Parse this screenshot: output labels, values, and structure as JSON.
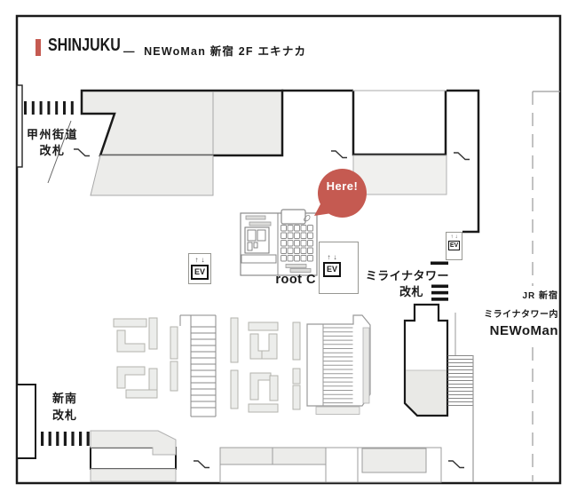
{
  "header": {
    "station": "SHINJUKU",
    "separator": "—",
    "subtitle": "NEWoMan 新宿 2F エキナカ"
  },
  "gates": {
    "koshu_kaido": {
      "line1": "甲州街道",
      "line2": "改札"
    },
    "shin_minami": {
      "line1": "新南",
      "line2": "改札"
    },
    "miraina_tower": {
      "line1": "ミライナタワー",
      "line2": "改札"
    }
  },
  "right_area": {
    "line1": "JR 新宿",
    "line2": "ミライナタワー内",
    "line3": "NEWoMan"
  },
  "shop": {
    "name": "root C"
  },
  "marker": {
    "label": "Here!"
  },
  "elevator": {
    "label": "EV",
    "arrows": "↑↓"
  },
  "colors": {
    "accent_red": "#c55a51",
    "block_fill": "#ececea",
    "wall_black": "#1a1a1a",
    "thin_line": "#9c9c9c"
  }
}
